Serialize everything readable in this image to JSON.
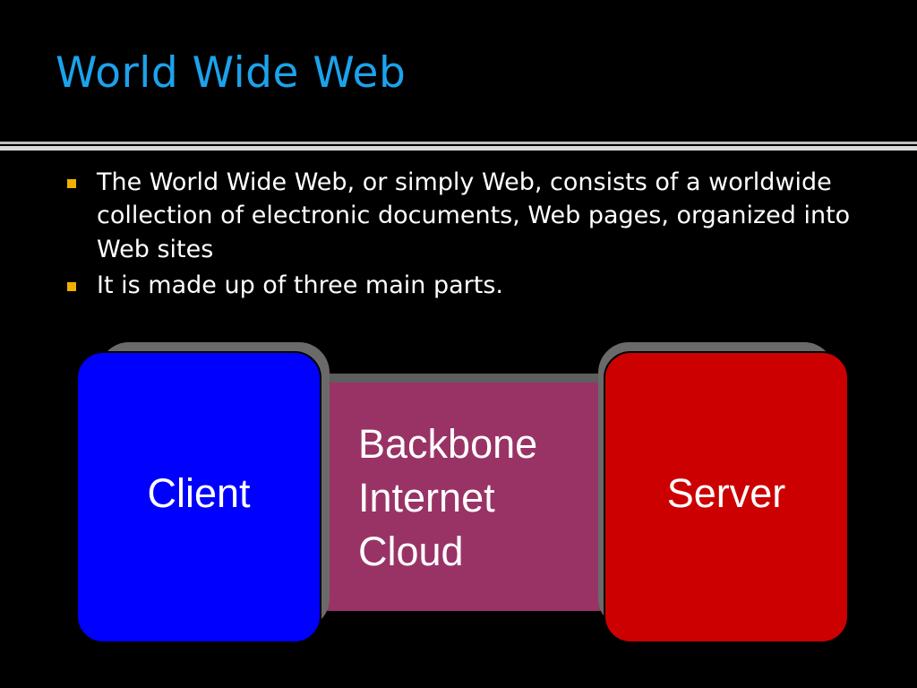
{
  "slide": {
    "title": "World Wide Web",
    "bullets": [
      "The World Wide Web, or simply Web, consists of a worldwide collection of electronic documents, Web pages, organized into Web sites",
      "It is made up of three main parts."
    ]
  },
  "diagram": {
    "left_box": {
      "label": "Client",
      "color": "#0000ff"
    },
    "middle_panel": {
      "lines": [
        "Backbone",
        "Internet",
        "Cloud"
      ],
      "color": "#993366"
    },
    "right_box": {
      "label": "Server",
      "color": "#cc0000"
    }
  },
  "colors": {
    "background": "#000000",
    "title": "#1ca2ec",
    "bullet_marker": "#f0b000",
    "text": "#ffffff"
  }
}
